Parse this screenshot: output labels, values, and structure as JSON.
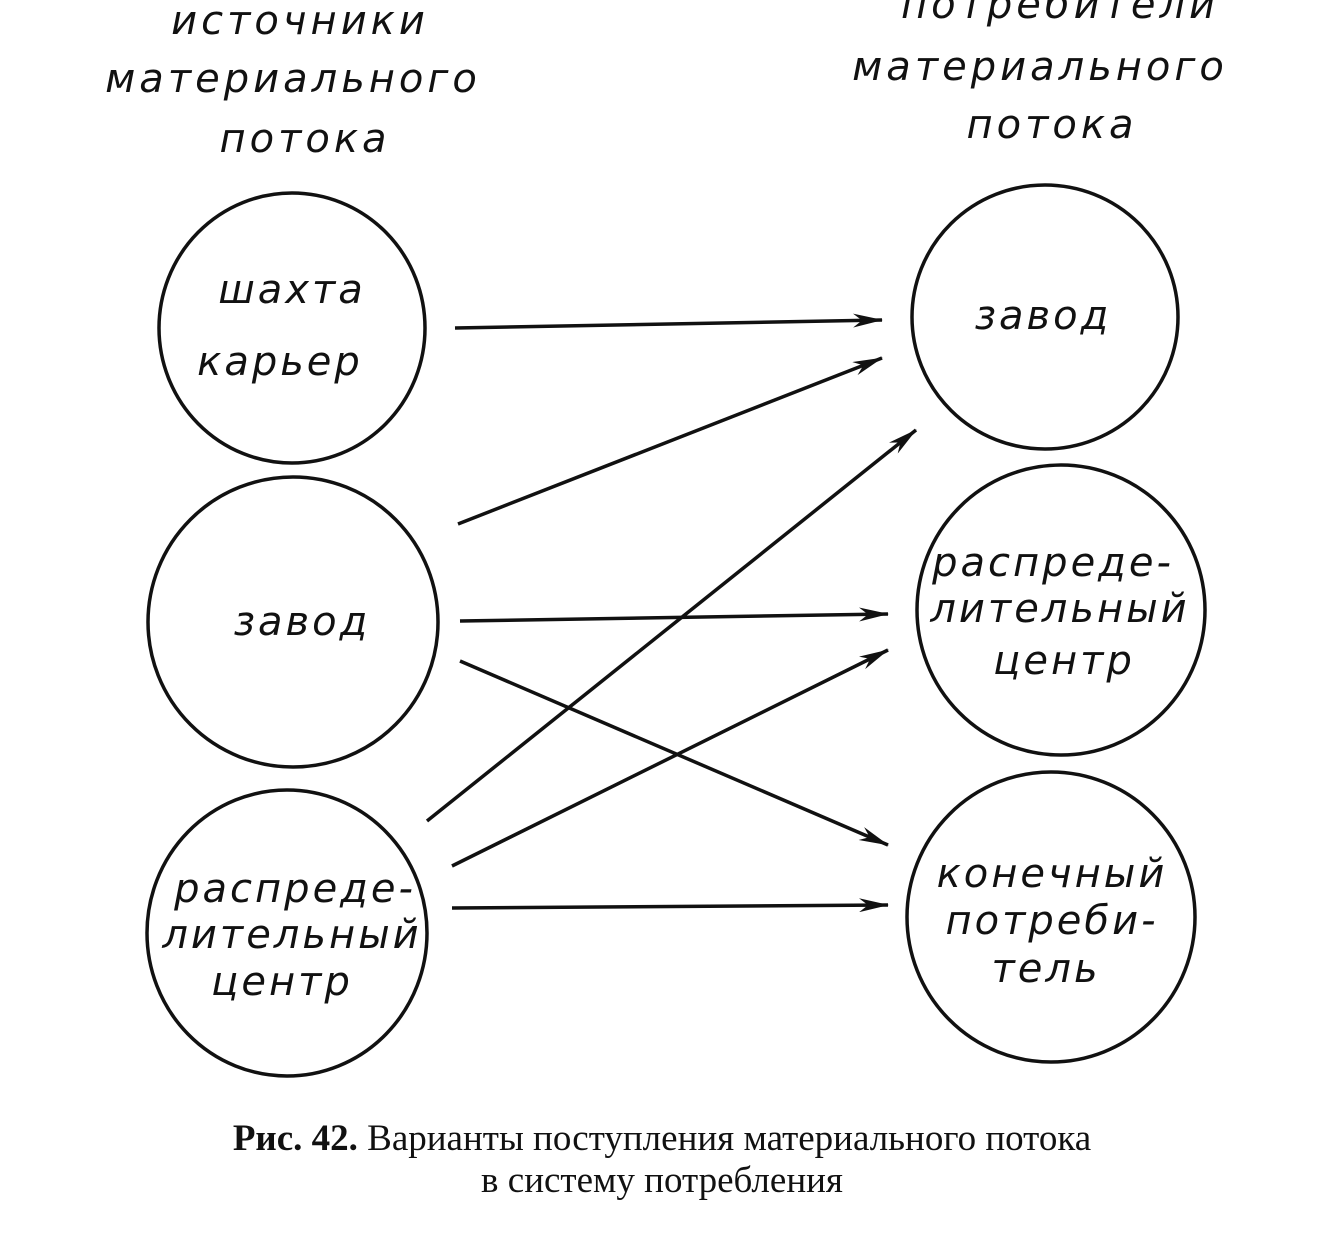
{
  "headers": {
    "sources": [
      "источники",
      "материального",
      "потока"
    ],
    "consumers": [
      "потребители",
      "материального",
      "потока"
    ]
  },
  "sources": [
    {
      "id": "mine",
      "lines": [
        "шахта",
        "карьер"
      ]
    },
    {
      "id": "plant",
      "lines": [
        "завод"
      ]
    },
    {
      "id": "distribution-center",
      "lines": [
        "распреде-",
        "лительный",
        "центр"
      ]
    }
  ],
  "consumers": [
    {
      "id": "plant",
      "lines": [
        "завод"
      ]
    },
    {
      "id": "distribution-center",
      "lines": [
        "распреде-",
        "лительный",
        "центр"
      ]
    },
    {
      "id": "end-consumer",
      "lines": [
        "конечный",
        "потреби-",
        "тель"
      ]
    }
  ],
  "flows": [
    {
      "from": "mine",
      "to": "plant"
    },
    {
      "from": "plant",
      "to": "plant"
    },
    {
      "from": "plant",
      "to": "distribution-center"
    },
    {
      "from": "plant",
      "to": "end-consumer"
    },
    {
      "from": "distribution-center",
      "to": "plant"
    },
    {
      "from": "distribution-center",
      "to": "distribution-center"
    },
    {
      "from": "distribution-center",
      "to": "end-consumer"
    }
  ],
  "caption": {
    "label": "Рис. 42.",
    "text": "Варианты поступления материального потока",
    "text2": "в систему потребления"
  },
  "colors": {
    "ink": "#111111",
    "paper": "#ffffff"
  }
}
